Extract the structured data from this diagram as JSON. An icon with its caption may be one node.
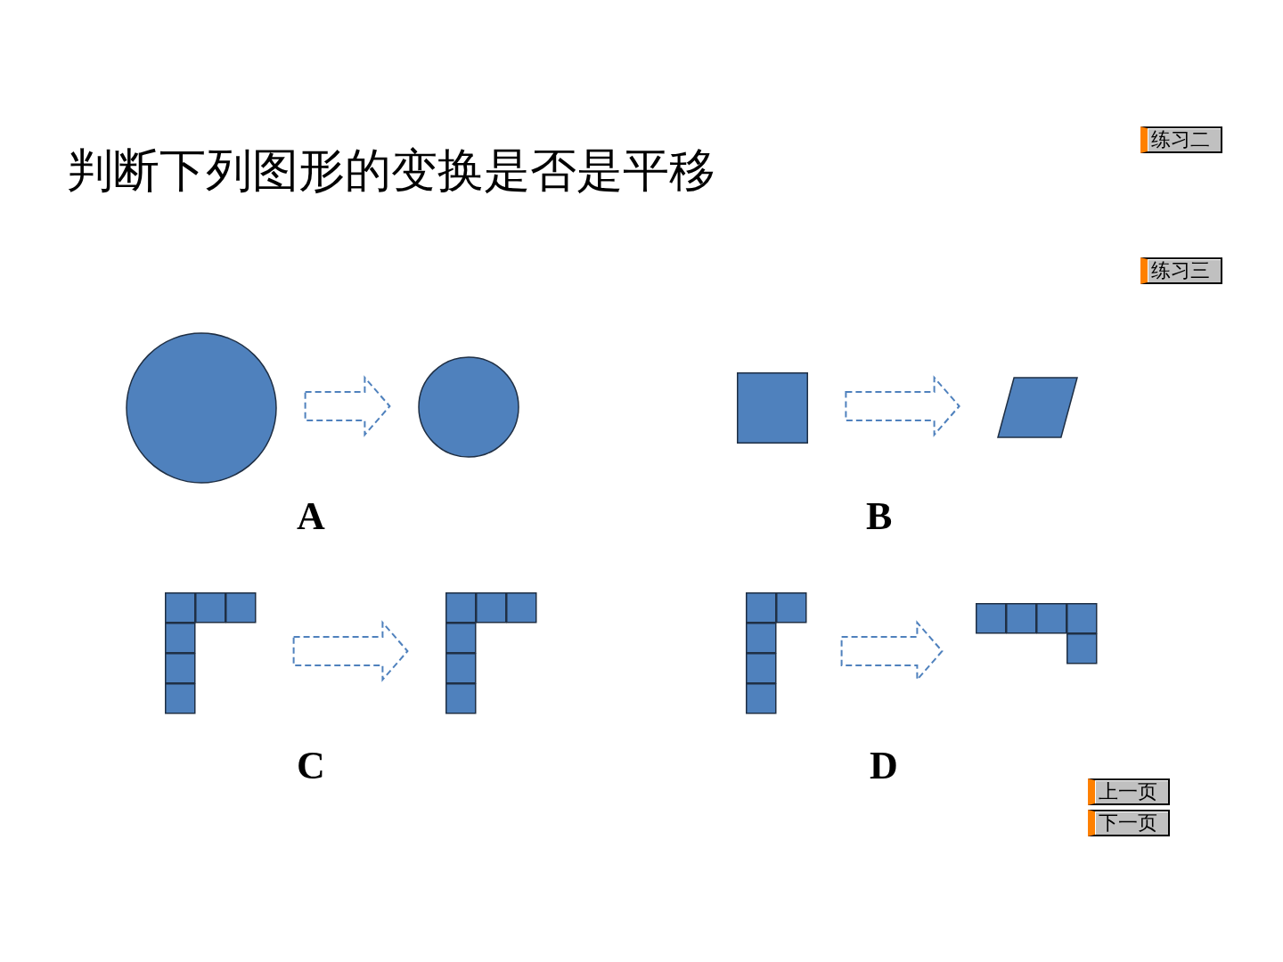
{
  "diagram": {
    "title": "判断下列图形的变换是否是平移",
    "nodes": [
      {
        "text": [],
        "shape": "circle"
      },
      {
        "text": [],
        "shape": "circle"
      },
      {
        "text": [],
        "shape": "box"
      },
      {
        "text": [],
        "shape": "parallelogram"
      },
      {
        "text": [],
        "shape": "squares"
      },
      {
        "text": [],
        "shape": "squares"
      },
      {
        "text": [],
        "shape": "squares"
      },
      {
        "text": [],
        "shape": "squares"
      }
    ],
    "edges": [
      {
        "from": 0,
        "to": 1,
        "arrow": "to",
        "style": "dashed"
      },
      {
        "from": 2,
        "to": 3,
        "arrow": "to",
        "style": "dashed"
      },
      {
        "from": 4,
        "to": 5,
        "arrow": "to",
        "style": "dashed"
      },
      {
        "from": 6,
        "to": 7,
        "arrow": "to",
        "style": "dashed"
      }
    ],
    "labels": [
      "练习二",
      "练习三",
      "A",
      "B",
      "C",
      "D",
      "上一页",
      "下一页"
    ]
  }
}
